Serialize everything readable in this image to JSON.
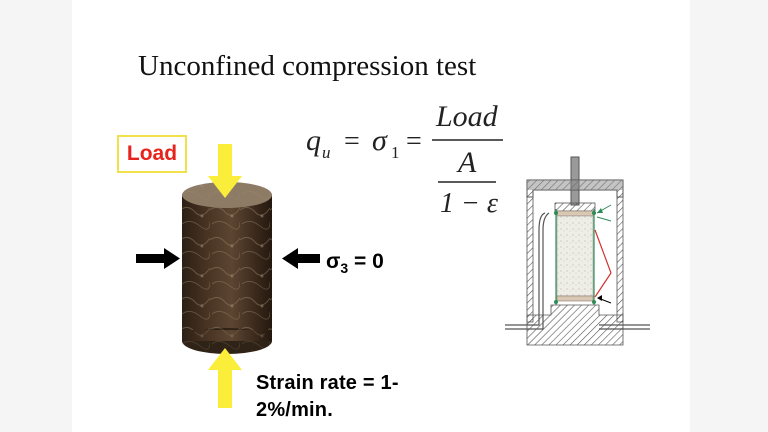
{
  "slide": {
    "title": "Unconfined compression test",
    "load_label": "Load",
    "sigma3": {
      "symbol": "σ",
      "subscript": "3",
      "value_text": " = 0"
    },
    "strain_rate": {
      "line1": "Strain rate = 1-",
      "line2": "2%/min."
    },
    "formula": {
      "lhs1": "q",
      "lhs1_sub": "u",
      "equals": "=",
      "lhs2": "σ",
      "lhs2_sub": "1",
      "numerator": "Load",
      "denominator_top": "A",
      "denominator_bottom": "1 − ε"
    }
  },
  "colors": {
    "load_text": "#e8231c",
    "load_border": "#f2e14a",
    "arrow_yellow": "#fbee3a",
    "arrow_black": "#000000",
    "soil_dark": "#3b2a1c",
    "soil_light": "#7a6a55",
    "apparatus_gray": "#7d7d7d",
    "apparatus_hatch": "#555555",
    "membrane_green": "#2e8b57",
    "indicator_red": "#d2332e"
  }
}
